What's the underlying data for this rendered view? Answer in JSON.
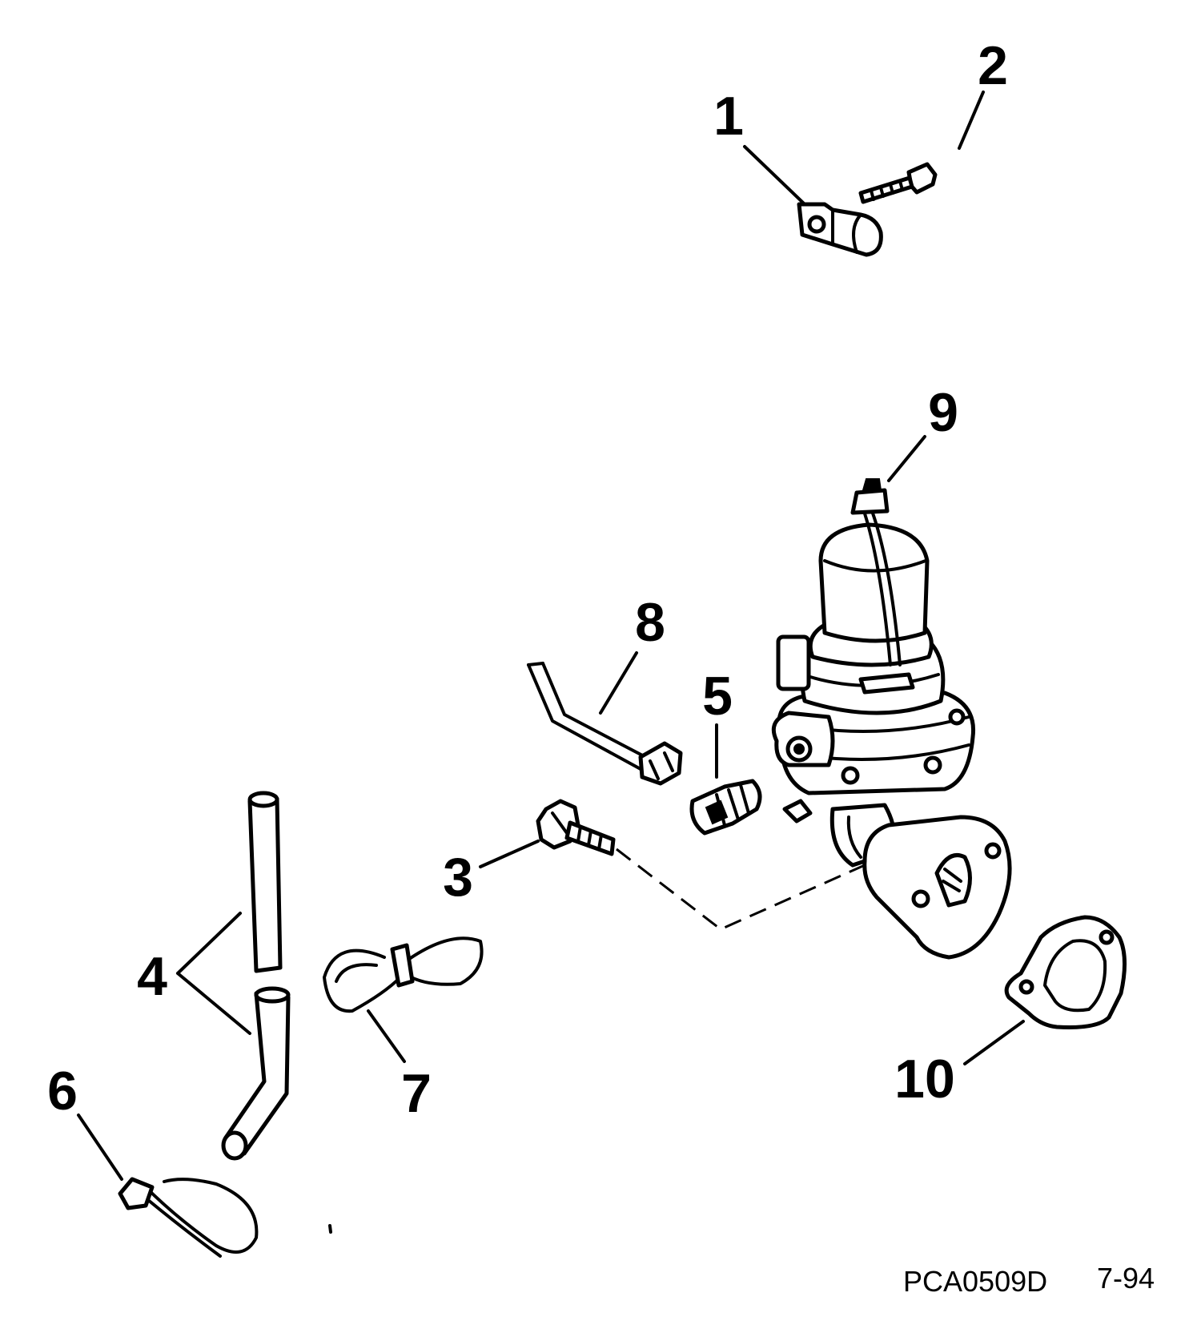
{
  "callouts": [
    {
      "id": "c1",
      "text": "1"
    },
    {
      "id": "c2",
      "text": "2"
    },
    {
      "id": "c3",
      "text": "3"
    },
    {
      "id": "c4",
      "text": "4"
    },
    {
      "id": "c5",
      "text": "5"
    },
    {
      "id": "c6",
      "text": "6"
    },
    {
      "id": "c7",
      "text": "7"
    },
    {
      "id": "c8",
      "text": "8"
    },
    {
      "id": "c9",
      "text": "9"
    },
    {
      "id": "c10",
      "text": "10"
    }
  ],
  "footer": {
    "code": "PCA0509D",
    "date": "7-94"
  }
}
